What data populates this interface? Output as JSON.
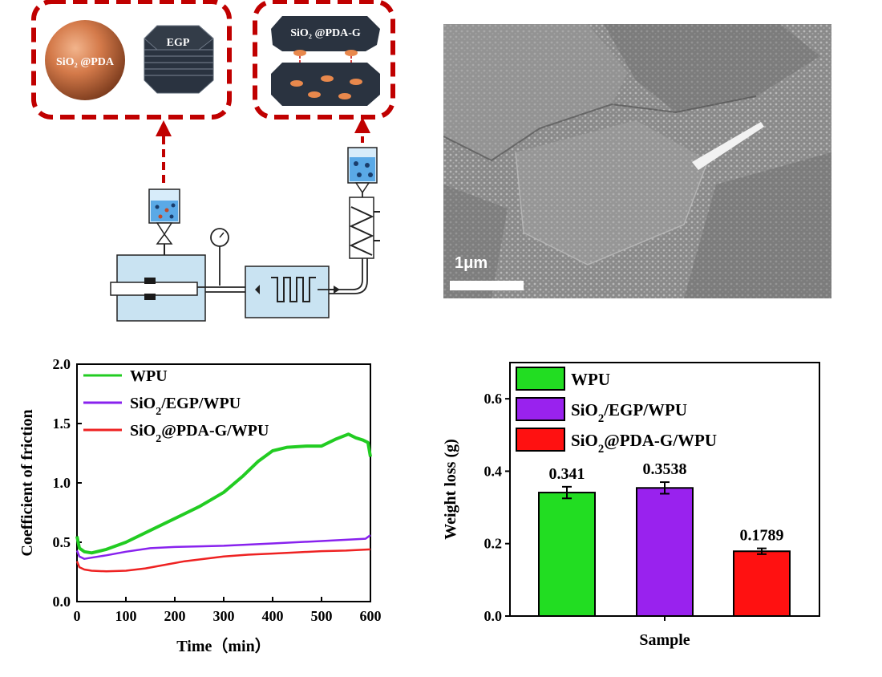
{
  "scheme": {
    "sphere_label": "SiO₂ @PDA",
    "egp_label": "EGP",
    "product_label": "SiO₂ @PDA-G"
  },
  "sem": {
    "scale_label": "1μm"
  },
  "chart_data": [
    {
      "type": "line",
      "xlabel": "Time（min）",
      "ylabel": "Coefficient of friction",
      "xlim": [
        0,
        600
      ],
      "ylim": [
        0,
        2.0
      ],
      "xticks": [
        "0",
        "100",
        "200",
        "300",
        "400",
        "500",
        "600"
      ],
      "yticks": [
        "0.0",
        "0.5",
        "1.0",
        "1.5",
        "2.0"
      ],
      "legend": "top-left",
      "series": [
        {
          "name": "WPU",
          "color": "#22cc22",
          "x": [
            0,
            5,
            15,
            30,
            60,
            100,
            150,
            200,
            250,
            300,
            340,
            370,
            400,
            430,
            470,
            500,
            530,
            555,
            570,
            585,
            595,
            600
          ],
          "y": [
            0.55,
            0.45,
            0.42,
            0.41,
            0.44,
            0.5,
            0.6,
            0.7,
            0.8,
            0.92,
            1.06,
            1.18,
            1.27,
            1.3,
            1.31,
            1.31,
            1.37,
            1.41,
            1.38,
            1.36,
            1.34,
            1.22
          ]
        },
        {
          "name": "SiO₂/EGP/WPU",
          "color": "#8822ee",
          "x": [
            0,
            5,
            15,
            30,
            60,
            100,
            150,
            200,
            300,
            400,
            500,
            590,
            600
          ],
          "y": [
            0.43,
            0.38,
            0.36,
            0.37,
            0.39,
            0.42,
            0.45,
            0.46,
            0.47,
            0.49,
            0.51,
            0.53,
            0.56
          ]
        },
        {
          "name": "SiO₂@PDA-G/WPU",
          "color": "#ee2222",
          "x": [
            0,
            5,
            15,
            30,
            60,
            100,
            140,
            180,
            220,
            260,
            300,
            350,
            400,
            450,
            500,
            550,
            600
          ],
          "y": [
            0.34,
            0.29,
            0.27,
            0.26,
            0.255,
            0.26,
            0.28,
            0.31,
            0.34,
            0.36,
            0.38,
            0.395,
            0.405,
            0.415,
            0.425,
            0.43,
            0.44
          ]
        }
      ]
    },
    {
      "type": "bar",
      "xlabel": "Sample",
      "ylabel": "Weight  loss (g)",
      "ylim": [
        0,
        0.7
      ],
      "yticks": [
        "0.0",
        "0.2",
        "0.4",
        "0.6"
      ],
      "legend": "top-left",
      "series": [
        {
          "name": "WPU",
          "value": 0.341,
          "label": "0.341",
          "error": 0.016,
          "color": "#22dd22"
        },
        {
          "name": "SiO₂/EGP/WPU",
          "value": 0.3538,
          "label": "0.3538",
          "error": 0.016,
          "color": "#9922ee"
        },
        {
          "name": "SiO₂@PDA-G/WPU",
          "value": 0.1789,
          "label": "0.1789",
          "error": 0.008,
          "color": "#ff1111"
        }
      ]
    }
  ]
}
